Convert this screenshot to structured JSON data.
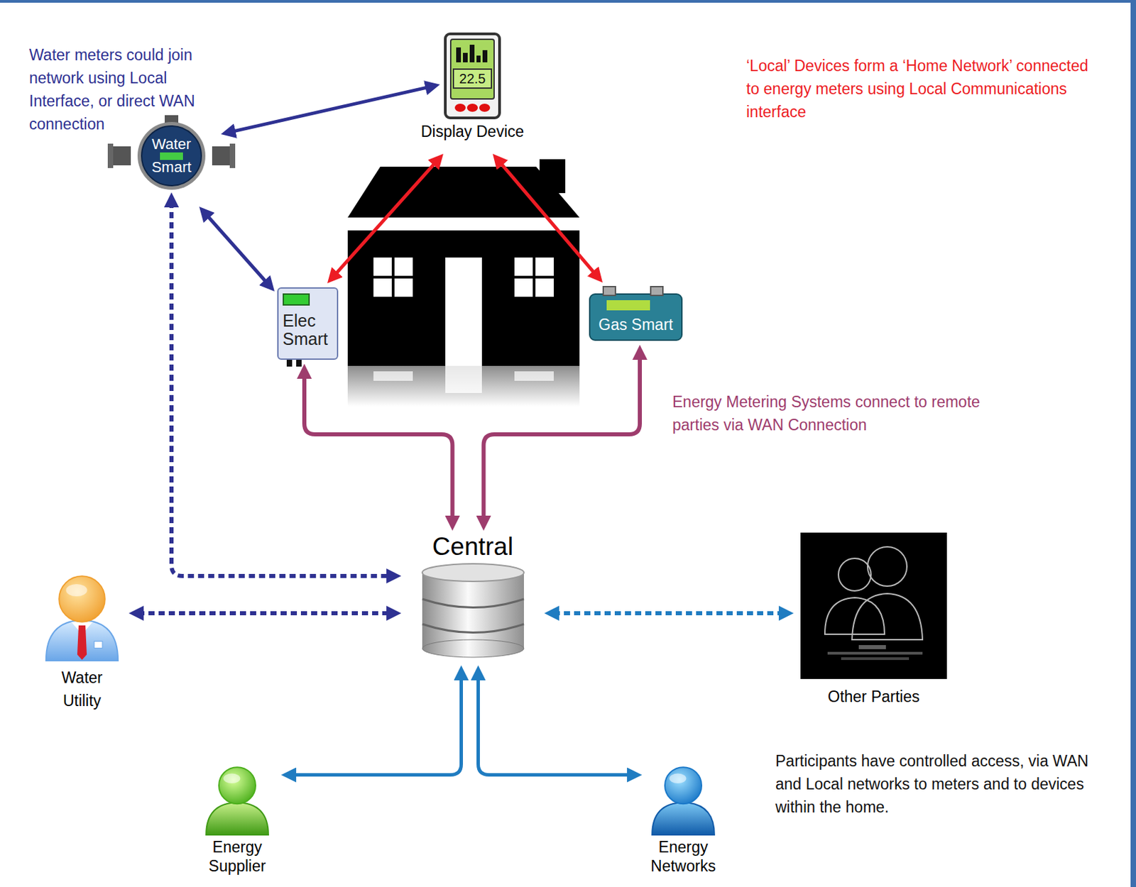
{
  "diagram": {
    "nodes": [
      {
        "text": [
          "22.5",
          "Display Device"
        ]
      },
      {
        "text": [
          "Water Smart"
        ]
      },
      {
        "text": [
          "Elec Smart"
        ]
      },
      {
        "text": [
          "Gas Smart"
        ]
      },
      {
        "text": [
          "Central"
        ]
      },
      {
        "text": [
          "Water Utility"
        ]
      },
      {
        "text": [
          "Other Parties"
        ]
      },
      {
        "text": [
          "Energy Supplier"
        ]
      },
      {
        "text": [
          "Energy Networks"
        ]
      }
    ],
    "edges": [
      {
        "from": 1,
        "to": 0,
        "arrow": "both"
      },
      {
        "from": 1,
        "to": 2,
        "arrow": "both"
      },
      {
        "from": 0,
        "to": 2,
        "arrow": "both"
      },
      {
        "from": 0,
        "to": 3,
        "arrow": "both"
      },
      {
        "from": 4,
        "to": 2,
        "arrow": "both"
      },
      {
        "from": 4,
        "to": 3,
        "arrow": "both"
      },
      {
        "from": 1,
        "to": 4,
        "arrow": "both"
      },
      {
        "from": 5,
        "to": 4,
        "arrow": "both"
      },
      {
        "from": 4,
        "to": 6,
        "arrow": "both"
      },
      {
        "from": 7,
        "to": 4,
        "arrow": "both"
      },
      {
        "from": 4,
        "to": 8,
        "arrow": "both"
      }
    ],
    "labels": [
      "Water meters could join network using Local Interface, or direct WAN connection",
      "‘Local’ Devices form a ‘Home Network’ connected to energy meters using Local Communications interface",
      "Energy Metering Systems connect to remote parties via WAN Connection",
      "Participants have controlled access, via WAN and Local networks to meters and to devices within the home."
    ]
  }
}
